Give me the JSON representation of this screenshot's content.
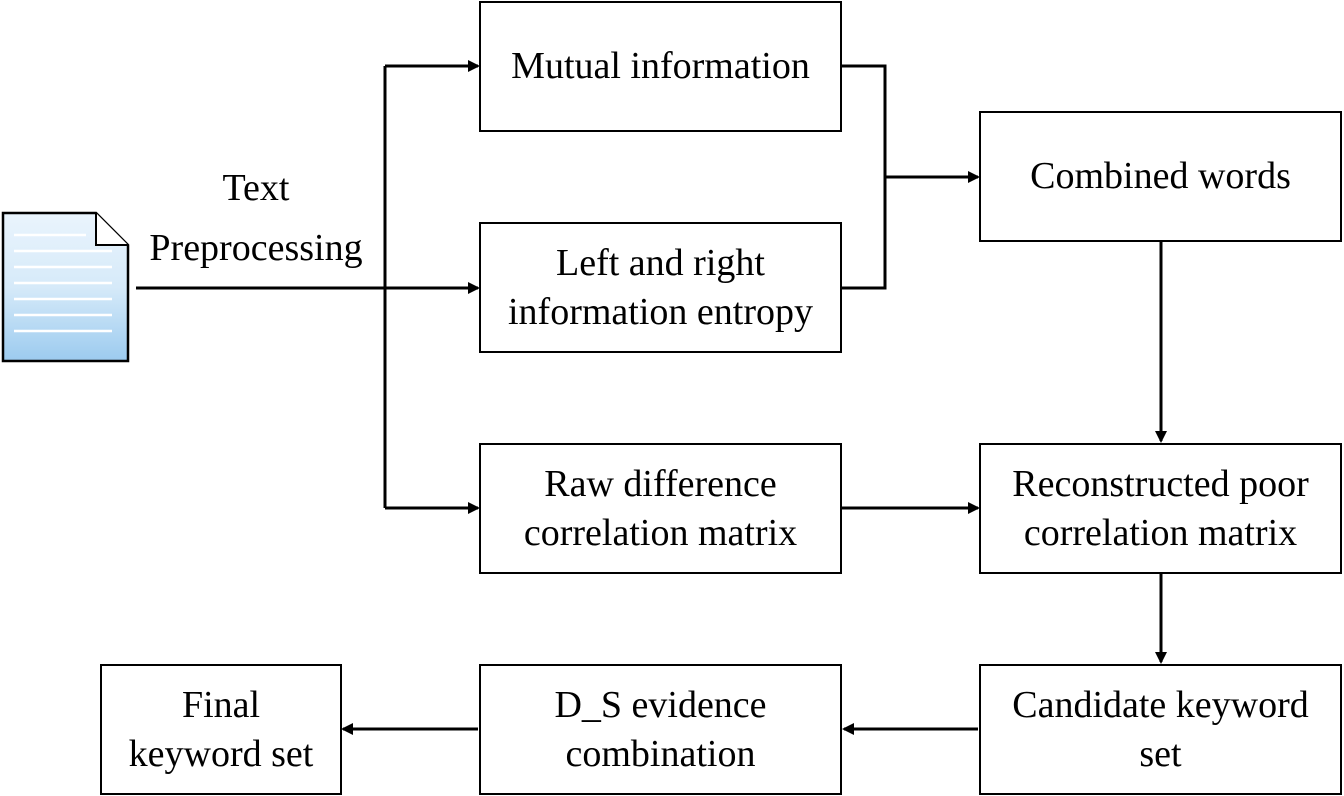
{
  "input": {
    "icon": "document-icon",
    "label_line1": "Text",
    "label_line2": "Preprocessing"
  },
  "nodes": {
    "mutual_information": {
      "line1": "Mutual information"
    },
    "entropy": {
      "line1": "Left and right",
      "line2": "information entropy"
    },
    "raw_matrix": {
      "line1": "Raw difference",
      "line2": "correlation matrix"
    },
    "combined_words": {
      "line1": "Combined words"
    },
    "reconstructed_matrix": {
      "line1": "Reconstructed poor",
      "line2": "correlation matrix"
    },
    "candidate_keywords": {
      "line1": "Candidate keyword",
      "line2": "set"
    },
    "ds_combination": {
      "line1": "D_S evidence",
      "line2": "combination"
    },
    "final_keywords": {
      "line1": "Final",
      "line2": "keyword set"
    }
  },
  "colors": {
    "stroke": "#000000",
    "doc_fill_light": "#e8f3fc",
    "doc_fill_dark": "#9fcdef",
    "doc_lines": "#ffffff"
  }
}
